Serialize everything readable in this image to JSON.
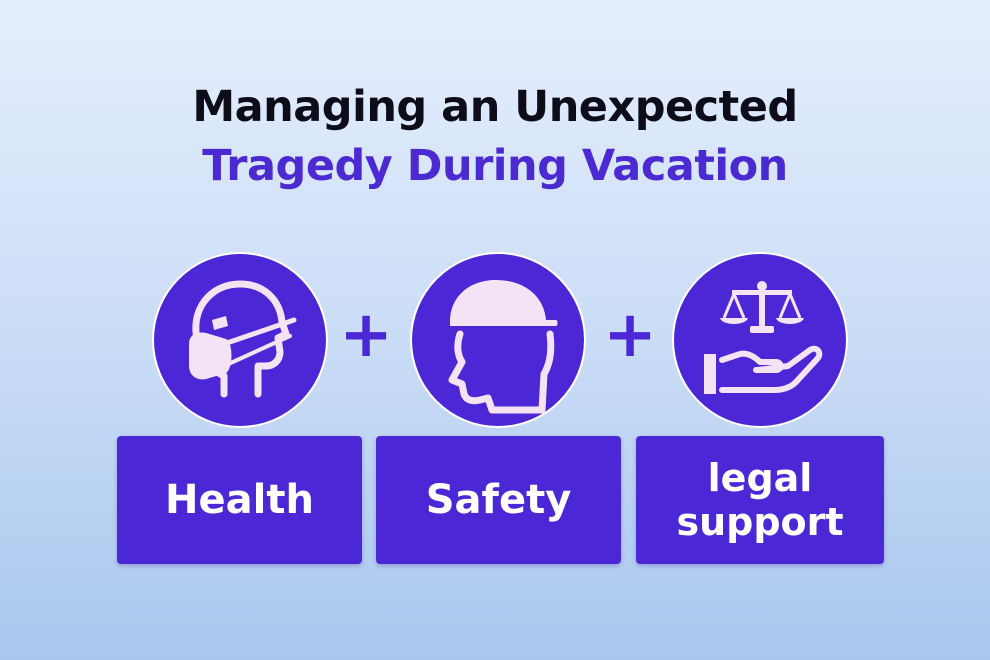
{
  "title": {
    "line1": "Managing an Unexpected",
    "line2": "Tragedy During Vacation"
  },
  "operators": [
    "+",
    "+"
  ],
  "items": [
    {
      "icon": "face-mask-icon",
      "label": "Health"
    },
    {
      "icon": "hard-hat-icon",
      "label": "Safety"
    },
    {
      "icon": "scales-hand-icon",
      "label_line1": "legal",
      "label_line2": "support"
    }
  ],
  "colors": {
    "accent": "#4c27d6",
    "icon_fill": "#f4e3f4",
    "title_dark": "#0d0d1a",
    "title_accent": "#4b2ad1"
  }
}
